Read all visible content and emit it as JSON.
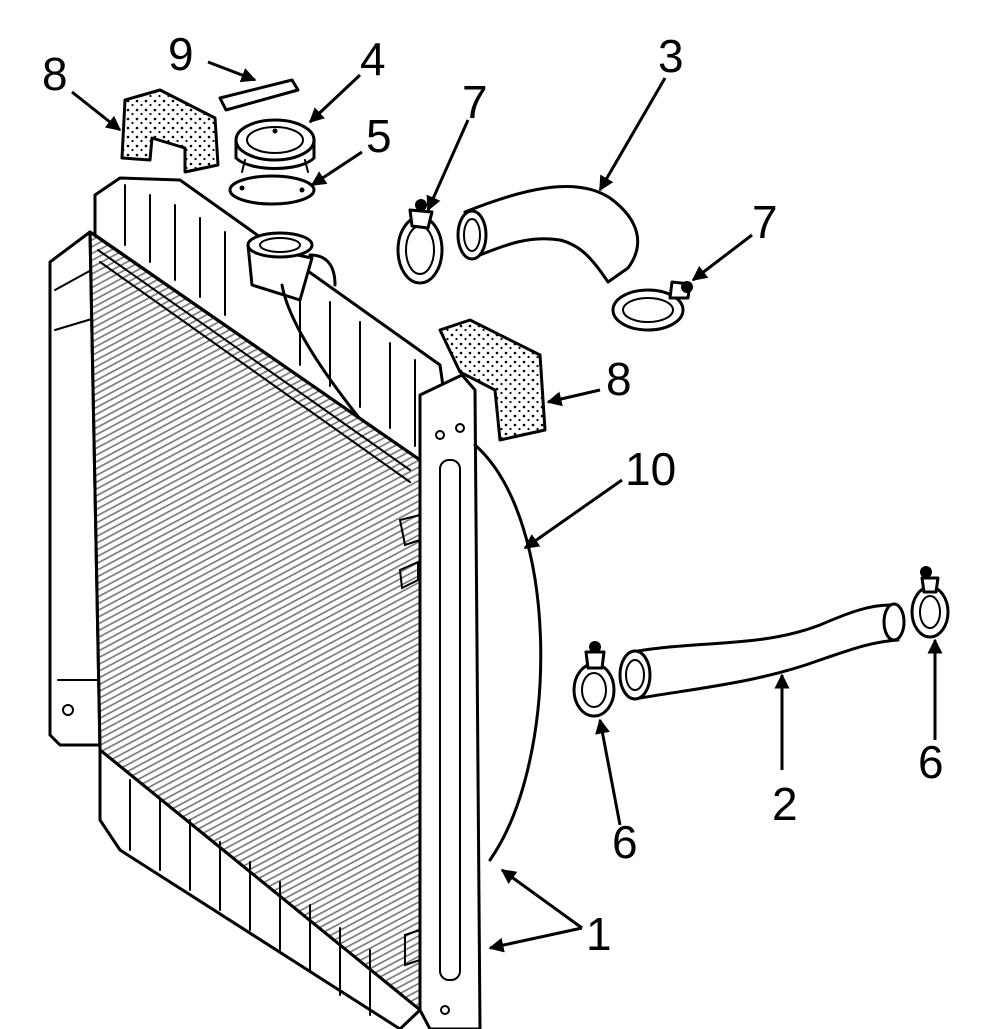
{
  "colors": {
    "ink": "#000000",
    "paper": "#ffffff"
  },
  "callouts": {
    "radiator": "1",
    "lower_hose": "2",
    "upper_hose": "3",
    "radiator_cap": "4",
    "cap_gasket": "5",
    "lower_clamp_left": "6",
    "lower_clamp_right": "6",
    "upper_clamp_left": "7",
    "upper_clamp_right": "7",
    "insulator_left": "8",
    "insulator_right": "8",
    "seal_strip": "9",
    "fan_shroud": "10"
  }
}
